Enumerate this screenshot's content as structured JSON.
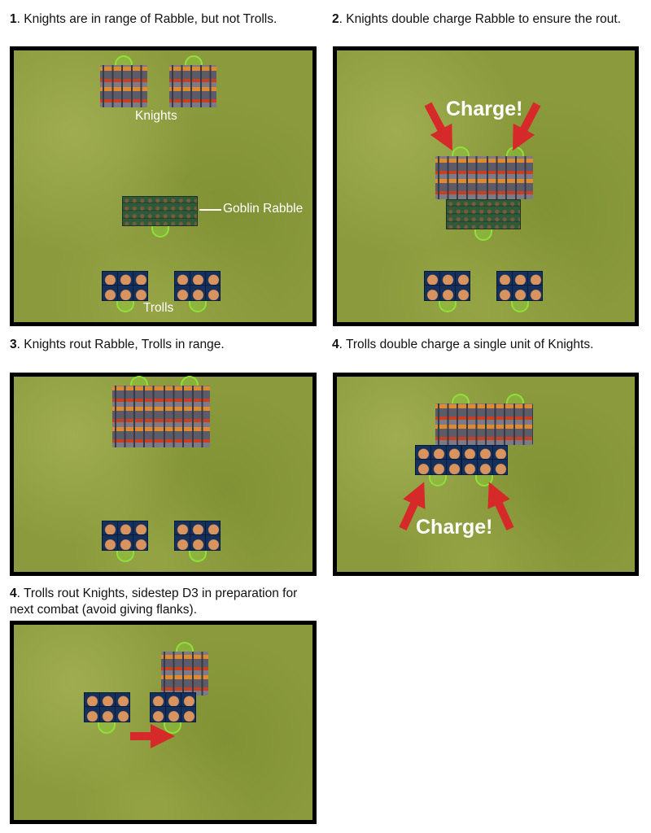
{
  "steps": [
    {
      "num": "1",
      "text": ". Knights are in range of Rabble, but not Trolls.",
      "labels": {
        "knights": "Knights",
        "rabble": "Goblin Rabble",
        "trolls": "Trolls"
      }
    },
    {
      "num": "2",
      "text": ". Knights double charge Rabble to ensure the rout.",
      "callout": "Charge!"
    },
    {
      "num": "3",
      "text": ". Knights rout Rabble, Trolls in range."
    },
    {
      "num": "4",
      "text": ". Trolls double charge a single unit of Knights.",
      "callout": "Charge!"
    },
    {
      "num": "4",
      "text": ". Trolls rout Knights, sidestep D3 in preparation for next combat (avoid giving flanks)."
    }
  ],
  "colors": {
    "arrow": "#d62a2a",
    "zone": "#8fe03a",
    "field": "#8a9a3c"
  }
}
